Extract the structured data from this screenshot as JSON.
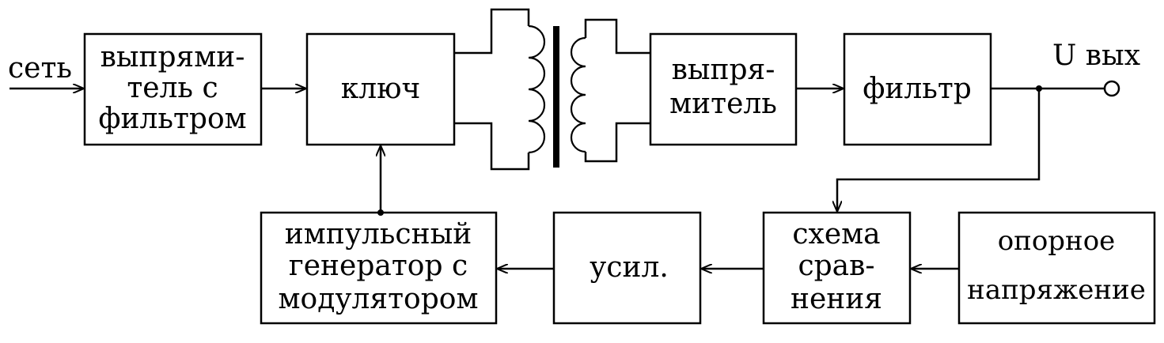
{
  "diagram": {
    "input_label": "сеть",
    "output_label": "U вых",
    "blocks": {
      "rectifier_filter": [
        "выпрями-",
        "тель с",
        "фильтром"
      ],
      "switch": [
        "ключ"
      ],
      "rectifier": [
        "выпря-",
        "митель"
      ],
      "filter": [
        "фильтр"
      ],
      "pulse_generator": [
        "импульсный",
        "генератор с",
        "модулятором"
      ],
      "amplifier": [
        "усил."
      ],
      "comparator": [
        "схема",
        "срав-",
        "нения"
      ],
      "reference": [
        "опорное",
        "напряжение"
      ]
    }
  }
}
